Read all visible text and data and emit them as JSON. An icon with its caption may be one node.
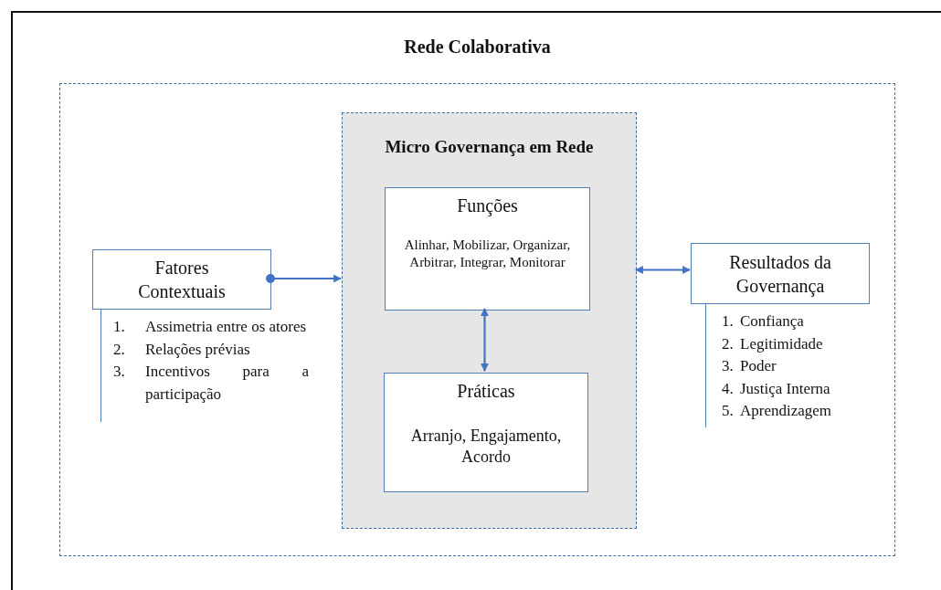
{
  "diagram": {
    "nodes": [
      {
        "text": [
          "Rede Colaborativa"
        ]
      },
      {
        "text": [
          "Fatores Contextuais"
        ],
        "in": 0,
        "beside": [
          "1. Assimetria entre os atores",
          "2. Relações prévias",
          "3. Incentivos para a participação"
        ]
      },
      {
        "text": [
          "Micro Governança em Rede"
        ],
        "in": 0
      },
      {
        "text": [
          "Funções",
          "Alinhar, Mobilizar, Organizar, Arbitrar, Integrar, Monitorar"
        ],
        "in": 2
      },
      {
        "text": [
          "Práticas",
          "Arranjo, Engajamento, Acordo"
        ],
        "in": 2
      },
      {
        "text": [
          "Resultados da Governança"
        ],
        "in": 0,
        "beside": [
          "1. Confiança",
          "2. Legitimidade",
          "3. Poder",
          "4. Justiça Interna",
          "5. Aprendizagem"
        ]
      }
    ],
    "edges": [
      {
        "from": 1,
        "to": 2,
        "arrow": "to"
      },
      {
        "from": 3,
        "to": 4,
        "arrow": "both"
      },
      {
        "from": 2,
        "to": 5,
        "arrow": "both"
      }
    ]
  }
}
